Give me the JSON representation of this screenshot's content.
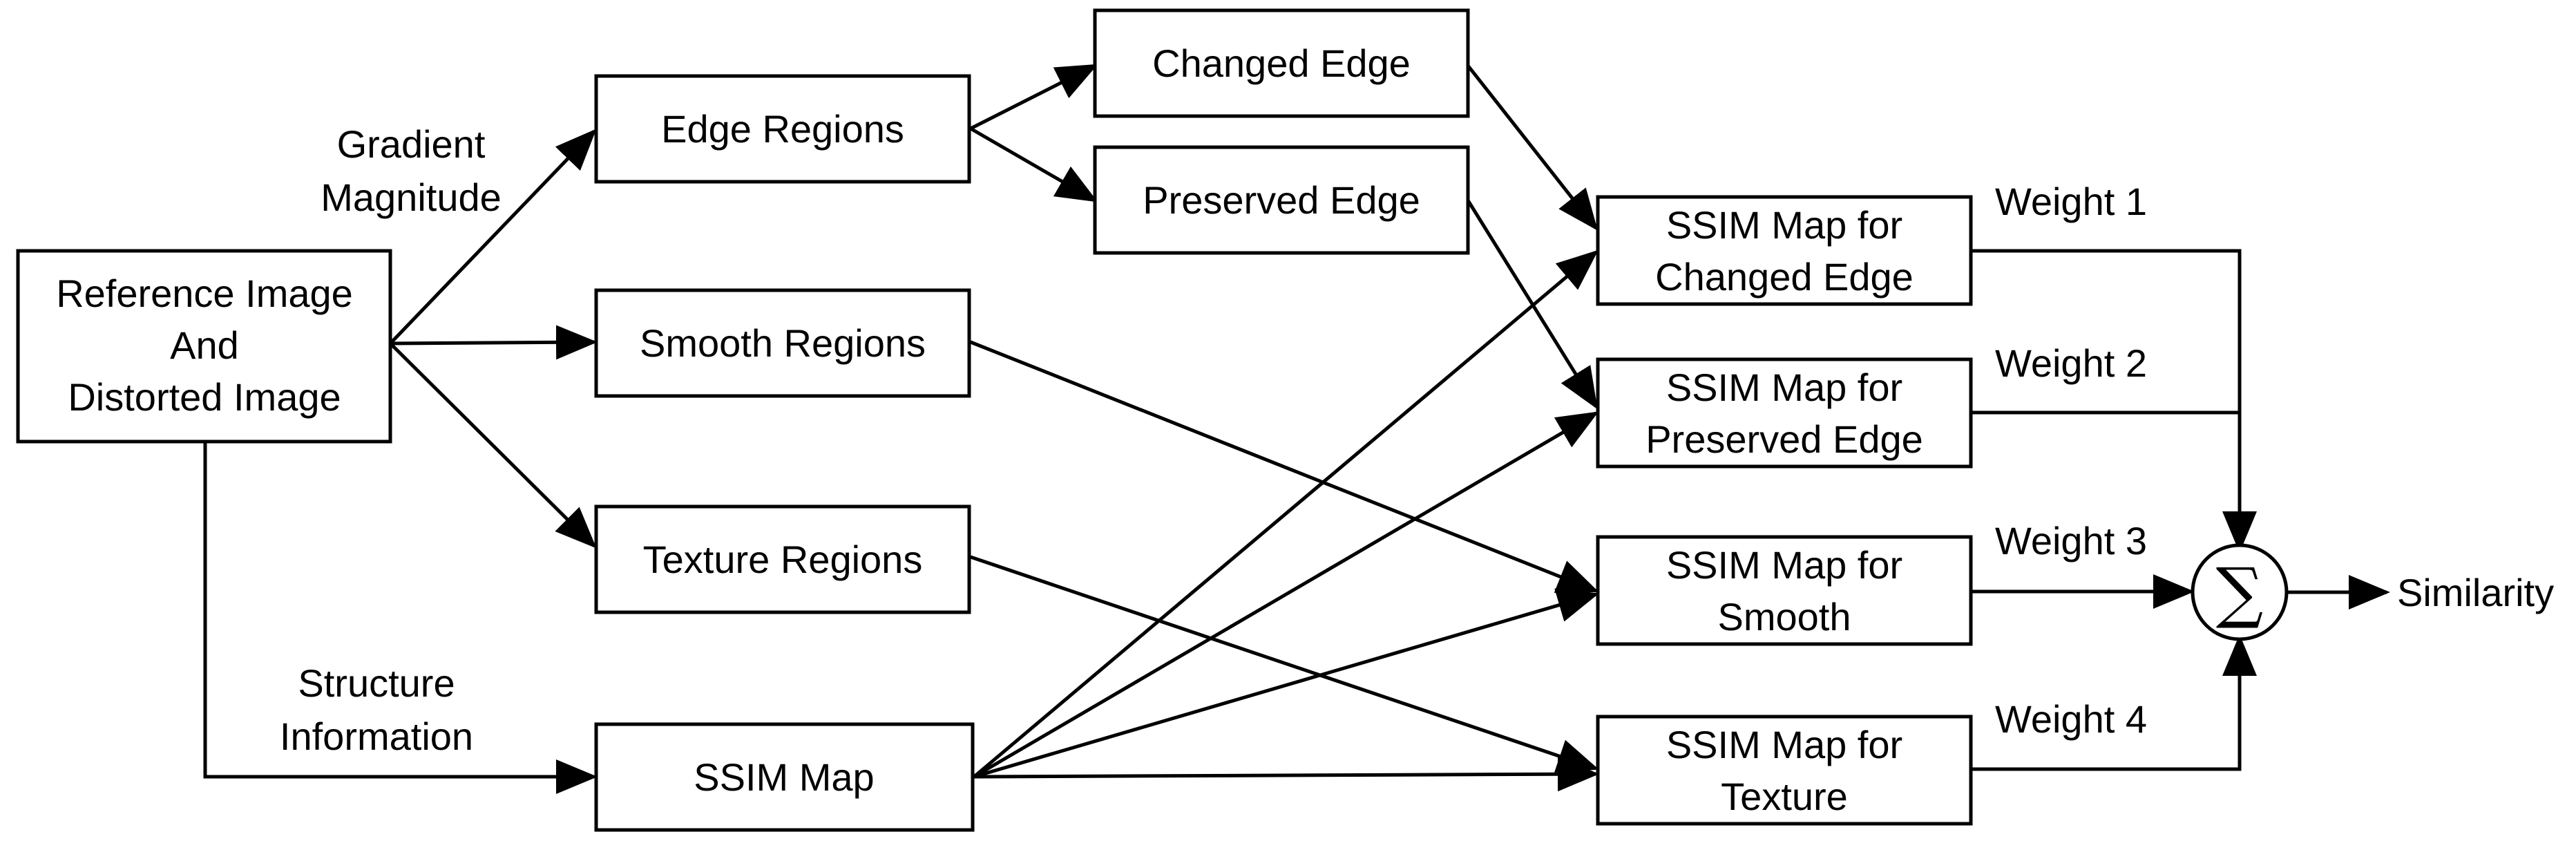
{
  "boxes": {
    "reference": [
      "Reference Image",
      "And",
      "Distorted Image"
    ],
    "edge_regions": [
      "Edge Regions"
    ],
    "smooth_regions": [
      "Smooth Regions"
    ],
    "texture_regions": [
      "Texture Regions"
    ],
    "ssim_map": [
      "SSIM Map"
    ],
    "changed_edge": [
      "Changed Edge"
    ],
    "preserved_edge": [
      "Preserved Edge"
    ],
    "ssim_changed_edge": [
      "SSIM Map for",
      "Changed Edge"
    ],
    "ssim_preserved_edge": [
      "SSIM Map for",
      "Preserved Edge"
    ],
    "ssim_smooth": [
      "SSIM Map for",
      "Smooth"
    ],
    "ssim_texture": [
      "SSIM Map for",
      "Texture"
    ]
  },
  "labels": {
    "gradient_magnitude": [
      "Gradient",
      "Magnitude"
    ],
    "structure_information": [
      "Structure",
      "Information"
    ],
    "weight_1": "Weight 1",
    "weight_2": "Weight 2",
    "weight_3": "Weight 3",
    "weight_4": "Weight 4",
    "similarity": "Similarity"
  },
  "sum_symbol": "∑"
}
